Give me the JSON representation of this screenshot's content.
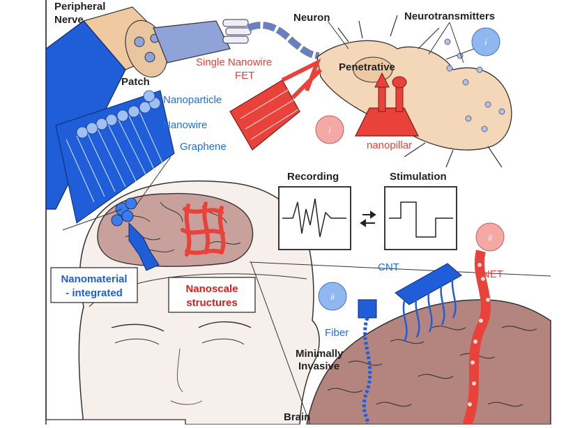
{
  "labels": {
    "peripheral_nerve_1": "Peripheral",
    "peripheral_nerve_2": "Nerve",
    "neuron": "Neuron",
    "neurotransmitters": "Neurotransmitters",
    "patch": "Patch",
    "single_nanowire_1": "Single Nanowire",
    "single_nanowire_2": "FET",
    "penetrative": "Penetrative",
    "nanoparticle": "Nanoparticle",
    "nanowire": "Nanowire",
    "graphene": "Graphene",
    "nanopillar": "nanopillar",
    "recording": "Recording",
    "stimulation": "Stimulation",
    "cnt": "CNT",
    "net": "NET",
    "fiber": "Fiber",
    "minimally_1": "Minimally",
    "minimally_2": "Invasive",
    "brain": "Brain",
    "nanomaterial_1": "Nanomaterial",
    "nanomaterial_2": "- integrated",
    "nanoscale_1": "Nanoscale",
    "nanoscale_2": "structures",
    "roman_i": "i",
    "roman_ii": "ii"
  },
  "colors": {
    "blue": "#1f5ed8",
    "red": "#e8423a",
    "light_blue_badge": "#8fb8f0",
    "light_red_badge": "#f4a9a4",
    "brain_pink": "#b98a86",
    "skin": "#f4ece8"
  },
  "icons": [
    "neuron-icon",
    "nerve-cable-icon",
    "fet-probe-icon",
    "nanopillar-icon",
    "brain-icon",
    "head-icon",
    "cnt-array-icon",
    "fiber-probe-icon",
    "net-probe-icon"
  ]
}
